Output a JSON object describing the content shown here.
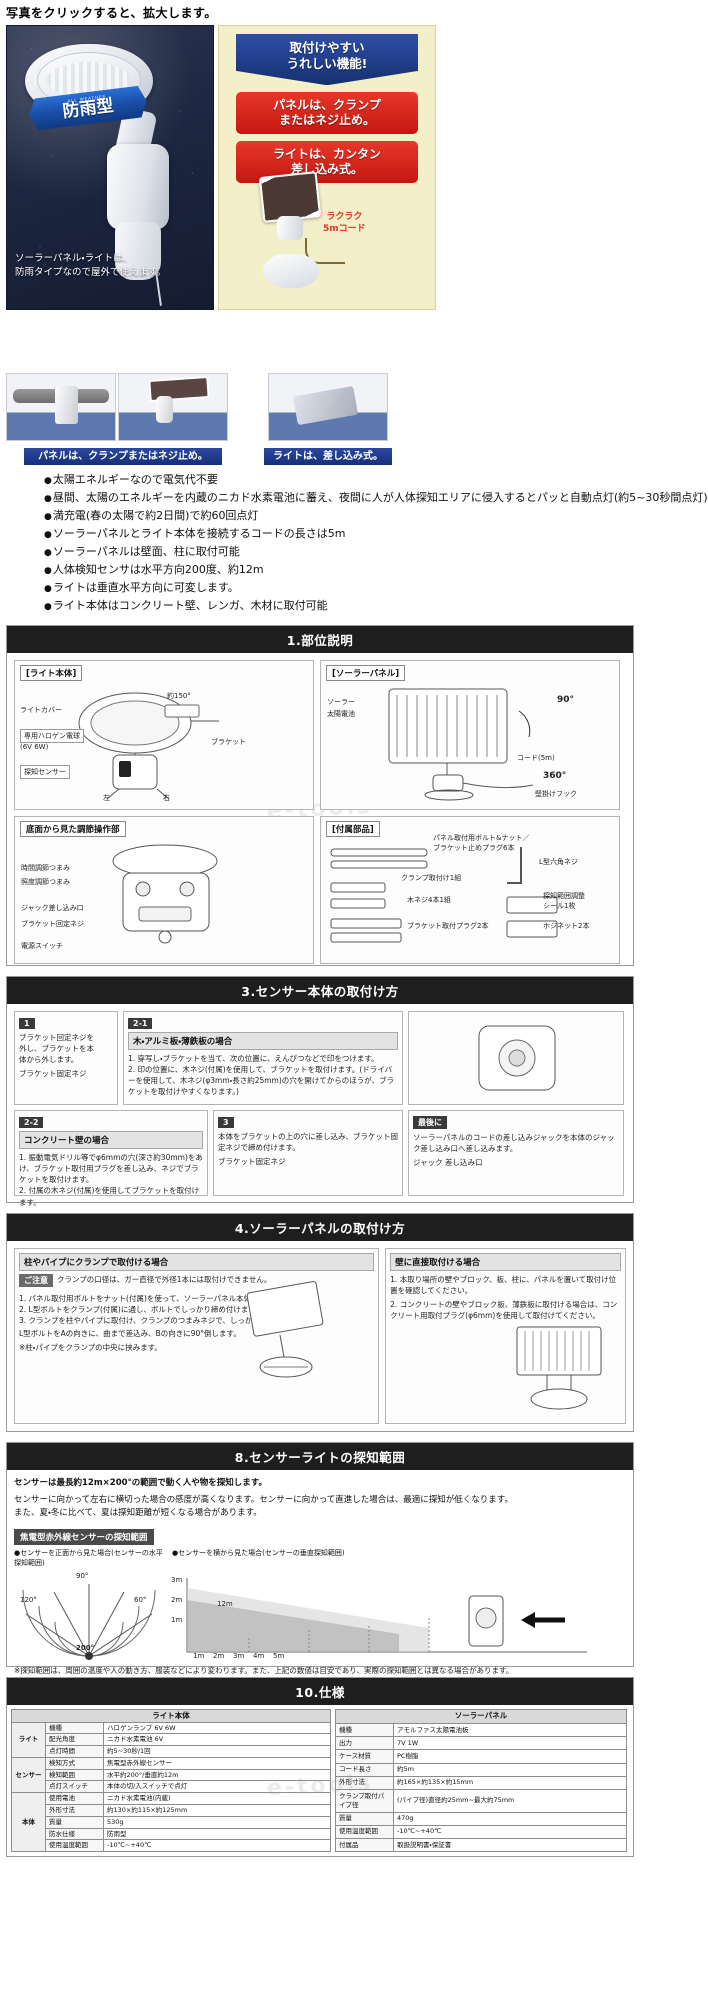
{
  "header": {
    "click_note": "写真をクリックすると、拡大します。"
  },
  "hero": {
    "rain_badge": {
      "sub": "ALL WEATHER",
      "main": "防雨型"
    },
    "description": "ソーラーパネル・ライトは、\n防雨タイプなので屋外で使えます。",
    "callouts": [
      {
        "id": "blue",
        "text": "取付けやすい\nうれしい機能!",
        "color": "#1f3f8f"
      },
      {
        "id": "red-1",
        "text": "パネルは、クランプ\nまたはネジ止め。",
        "color": "#d6261c"
      },
      {
        "id": "red-2",
        "text": "ライトは、カンタン\n差し込み式。",
        "color": "#d6261c"
      }
    ],
    "cord_tag": "ラクラク\n5mコード"
  },
  "photo_strip": [
    {
      "caption": "パネルは、クランプまたはネジ止め。"
    },
    {
      "caption": "ライトは、差し込み式。"
    }
  ],
  "features": [
    "太陽エネルギーなので電気代不要",
    "昼間、太陽のエネルギーを内蔵のニカド水素電池に蓄え、夜間に人が人体探知エリアに侵入するとパッと自動点灯(約5~30秒間点灯)",
    "満充電(春の太陽で約2日間)で約60回点灯",
    "ソーラーパネルとライト本体を接続するコードの長さは5m",
    "ソーラーパネルは壁面、柱に取付可能",
    "人体検知センサは水平方向200度、約12m",
    "ライトは垂直水平方向に可変します。",
    "ライト本体はコンクリート壁、レンガ、木材に取付可能"
  ],
  "sections": {
    "parts": {
      "title": "1.部位説明",
      "fig_light": {
        "title": "[ライト本体]",
        "labels": [
          "ライトカバー",
          "専用ハロゲン電球",
          "(6V 6W)",
          "探知センサー",
          "ブラケット",
          "左",
          "右",
          "約150°"
        ]
      },
      "fig_panel": {
        "title": "[ソーラーパネル]",
        "labels": [
          "ソーラー",
          "太陽電池",
          "コード(5m)",
          "90°",
          "360°",
          "壁掛けフック"
        ]
      },
      "fig_bottom": {
        "title": "底面から見た調節操作部",
        "labels": [
          "時間調節つまみ",
          "照度調節つまみ",
          "ジャック差し込み口",
          "ブラケット回定ネジ",
          "電源スイッチ"
        ]
      },
      "fig_accessories": {
        "title": "[付属部品]",
        "labels": [
          "パネル取付用ボルト&ナット／",
          "ブラケット止めプラグ6本",
          "クランプ取付け1組",
          "L型六角ネジ",
          "木ネジ4本1組",
          "探知範囲調整",
          "シール1枚",
          "ブラケット取付プラグ2本",
          "ホジネット2本",
          "[木ネジ4本1組]"
        ]
      }
    },
    "sensor_mount": {
      "title": "3.センサー本体の取付け方",
      "blocks": [
        {
          "num": "1",
          "title": "",
          "text": "ブラケット回定ネジを\n外し、ブラケットを本\n体から外します。",
          "caption": "ブラケット固定ネジ"
        },
        {
          "num": "2-1",
          "title": "木・アルミ板・薄鉄板の場合",
          "text": "1. 穿写し・ブラケットを当て、次の位置に、えんぴつなどで印をつけます。\n2. 印の位置に、木ネジ(付属)を使用して、ブラケットを取付けます。(ドライバーを使用して、木ネジ(φ3mm・長さ約25mm)の穴を開けてからのほうが、ブラケットを取付けやすくなります。)"
        },
        {
          "num": "2-2",
          "title": "コンクリート壁の場合",
          "text": "1. 振動電気ドリル等でφ6mmの穴(深さ約30mm)をあけ、ブラケット取付用プラグを差し込み、ネジでブラケットを取付けます。\n2. 付属の木ネジ(付属)を使用してブラケットを取付けます。",
          "caption": "ブラケット固定ネジ"
        },
        {
          "num": "3",
          "title": "",
          "text": "本体をブラケットの上の穴に差し込み、ブラケット固定ネジで締め付けます。"
        },
        {
          "num": "最後に",
          "title": "最後に",
          "text": "ソーラーパネルのコードの差し込みジャックを本体のジャック差し込み口へ差し込みます。",
          "caption": "ジャック\n差し込み口"
        }
      ]
    },
    "panel_mount": {
      "title": "4.ソーラーパネルの取付け方",
      "left_title": "柱やパイプにクランプで取付ける場合",
      "right_title": "壁に直接取付ける場合",
      "warn_label": "ご注意",
      "warn_text": "クランプの口径は、ガー直径で外径1本には取付けできません。",
      "left_steps": [
        "1. パネル取付用ボルトをナット(付属)を使って、ソーラーパネル本体に取付けます。",
        "2. L型ボルトをクランプ(付属)に通し、ボルトでしっかり締め付けます。",
        "3. クランプを柱やパイプに取付け、クランプのつまみネジで、しっかり締め付けます。"
      ],
      "left_note": "※柱・パイプをクランプの中央に挟みます。",
      "right_steps": [
        "1. 本取り場所の壁やブロック、板、柱に、パネルを置いて取付け位置を確認してください。",
        "2. コンクリートの壁やブロック板、薄鉄板に取付ける場合は、コンクリート用取付プラグ(φ6mm)を使用して取付けてください。"
      ],
      "extra_note": "L型ボルトをAの向きに、曲まで差込み、Bの向きに90°倒します。"
    },
    "detection": {
      "title": "8.センサーライトの探知範囲",
      "lead": "センサーは最長約12m×200°の範囲で動く人や物を探知します。",
      "body": "センサーに向かって左右に横切った場合の感度が高くなります。センサーに向かって直進した場合は、最適に探知が低くなります。\nまた、夏・冬に比べて、夏は探知距離が短くなる場合があります。",
      "sub_title": "焦電型赤外線センサーの探知範囲",
      "left_label": "●センサーを正面から見た場合(センサーの水平探知範囲)",
      "right_label": "●センサーを横から見た場合(センサーの垂直探知範囲)",
      "fan_ticks": [
        "120°",
        "90°",
        "60°",
        "200°"
      ],
      "side_ticks": [
        "3m",
        "2m",
        "1m",
        "1m",
        "2m",
        "3m",
        "4m",
        "5m",
        "12m"
      ],
      "foot_note": "※探知範囲は、周囲の温度や人の動き方、服装などにより変わります。また、上記の数値は目安であり、実際の探知範囲とは異なる場合があります。"
    },
    "spec": {
      "title": "10.仕様",
      "columns": [
        "ライト本体",
        "ソーラーパネル"
      ],
      "left_rows": [
        {
          "cat": "ライト",
          "k": "機種",
          "v": "ハロゲンランプ  6V  6W"
        },
        {
          "cat": "",
          "k": "配光角度",
          "v": "ニカド水素電池  6V"
        },
        {
          "cat": "",
          "k": "点灯時間",
          "v": "約5~30秒/1回"
        },
        {
          "cat": "センサー",
          "k": "検知方式",
          "v": "焦電型赤外線センサー"
        },
        {
          "cat": "",
          "k": "検知範囲",
          "v": "水平約200°/垂直約12m"
        },
        {
          "cat": "",
          "k": "点灯スイッチ",
          "v": "本体の切/入スイッチで点灯"
        },
        {
          "cat": "本体",
          "k": "使用電池",
          "v": "ニカド水素電池(内蔵)"
        },
        {
          "cat": "",
          "k": "外形寸法",
          "v": "約130×約115×約125mm"
        },
        {
          "cat": "",
          "k": "質量",
          "v": "530g"
        },
        {
          "cat": "",
          "k": "防水仕様",
          "v": "防雨型"
        },
        {
          "cat": "",
          "k": "使用温度範囲",
          "v": "-10℃~+40℃"
        }
      ],
      "right_rows": [
        {
          "k": "機種",
          "v": "アモルファス太陽電池板"
        },
        {
          "k": "出力",
          "v": "7V  1W"
        },
        {
          "k": "ケース材質",
          "v": "PC樹脂"
        },
        {
          "k": "コード長さ",
          "v": "約5m"
        },
        {
          "k": "外形寸法",
          "v": "約165×約135×約15mm"
        },
        {
          "k": "クランプ取付パイプ径",
          "v": "(パイプ径)直径約25mm~最大約75mm"
        },
        {
          "k": "質量",
          "v": "470g"
        },
        {
          "k": "使用温度範囲",
          "v": "-10℃~+40℃"
        },
        {
          "k": "付属品",
          "v": "取扱説明書・保証書"
        }
      ]
    }
  }
}
